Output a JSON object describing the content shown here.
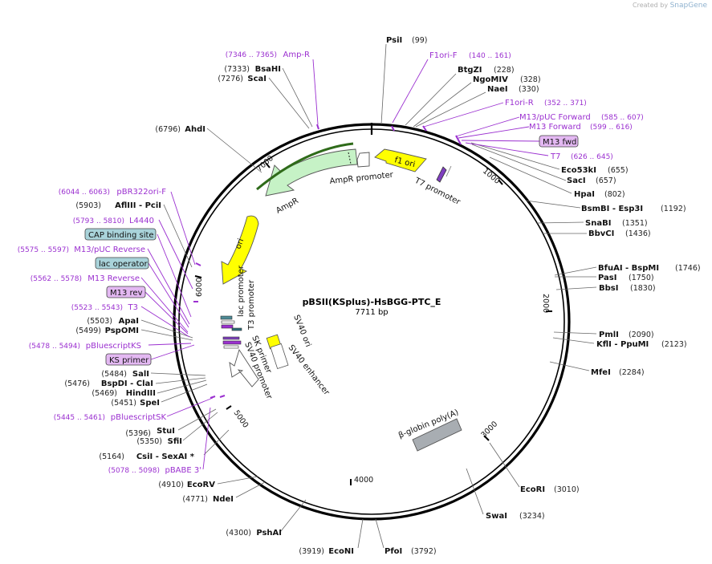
{
  "credit": {
    "prefix": "Created by",
    "brand": "SnapGene"
  },
  "plasmid": {
    "name": "pBSII(KSplus)-HsBGG-PTC_E",
    "length_label": "7711 bp",
    "length": 7711
  },
  "ticks": [
    "1000",
    "2000",
    "3000",
    "4000",
    "5000",
    "6000",
    "7000"
  ],
  "enzymes": [
    {
      "name": "PsiI",
      "pos": "(99)",
      "side": "r"
    },
    {
      "name": "BtgZI",
      "pos": "(228)",
      "side": "r"
    },
    {
      "name": "NgoMIV",
      "pos": "(328)",
      "side": "r"
    },
    {
      "name": "NaeI",
      "pos": "(330)",
      "side": "r"
    },
    {
      "name": "Eco53kI",
      "pos": "(655)",
      "side": "r"
    },
    {
      "name": "SacI",
      "pos": "(657)",
      "side": "r"
    },
    {
      "name": "HpaI",
      "pos": "(802)",
      "side": "r"
    },
    {
      "name": "BsmBI - Esp3I",
      "pos": "(1192)",
      "side": "r"
    },
    {
      "name": "SnaBI",
      "pos": "(1351)",
      "side": "r"
    },
    {
      "name": "BbvCI",
      "pos": "(1436)",
      "side": "r"
    },
    {
      "name": "BfuAI - BspMI",
      "pos": "(1746)",
      "side": "r"
    },
    {
      "name": "PasI",
      "pos": "(1750)",
      "side": "r"
    },
    {
      "name": "BbsI",
      "pos": "(1830)",
      "side": "r"
    },
    {
      "name": "PmlI",
      "pos": "(2090)",
      "side": "r"
    },
    {
      "name": "KflI - PpuMI",
      "pos": "(2123)",
      "side": "r"
    },
    {
      "name": "MfeI",
      "pos": "(2284)",
      "side": "r"
    },
    {
      "name": "EcoRI",
      "pos": "(3010)",
      "side": "r"
    },
    {
      "name": "SwaI",
      "pos": "(3234)",
      "side": "r"
    },
    {
      "name": "PfoI",
      "pos": "(3792)",
      "side": "r"
    },
    {
      "name": "EcoNI",
      "pos": "(3919)",
      "side": "l"
    },
    {
      "name": "PshAI",
      "pos": "(4300)",
      "side": "l"
    },
    {
      "name": "NdeI",
      "pos": "(4771)",
      "side": "l"
    },
    {
      "name": "EcoRV",
      "pos": "(4910)",
      "side": "l"
    },
    {
      "name": "CsiI - SexAI *",
      "pos": "(5164)",
      "side": "l"
    },
    {
      "name": "SfiI",
      "pos": "(5350)",
      "side": "l"
    },
    {
      "name": "StuI",
      "pos": "(5396)",
      "side": "l"
    },
    {
      "name": "SpeI",
      "pos": "(5451)",
      "side": "l"
    },
    {
      "name": "HindIII",
      "pos": "(5469)",
      "side": "l"
    },
    {
      "name": "BspDI - ClaI",
      "pos": "(5476)",
      "side": "l"
    },
    {
      "name": "SalI",
      "pos": "(5484)",
      "side": "l"
    },
    {
      "name": "PspOMI",
      "pos": "(5499)",
      "side": "l"
    },
    {
      "name": "ApaI",
      "pos": "(5503)",
      "side": "l"
    },
    {
      "name": "AflIII - PciI",
      "pos": "(5903)",
      "side": "l"
    },
    {
      "name": "AhdI",
      "pos": "(6796)",
      "side": "l"
    },
    {
      "name": "ScaI",
      "pos": "(7276)",
      "side": "l"
    },
    {
      "name": "BsaHI",
      "pos": "(7333)",
      "side": "l"
    }
  ],
  "primers": [
    {
      "name": "F1ori-F",
      "range": "(140 .. 161)",
      "side": "r"
    },
    {
      "name": "F1ori-R",
      "range": "(352 .. 371)",
      "side": "r"
    },
    {
      "name": "M13/pUC Forward",
      "range": "(585 .. 607)",
      "side": "r"
    },
    {
      "name": "M13 Forward",
      "range": "(599 .. 616)",
      "side": "r"
    },
    {
      "name": "M13 fwd",
      "range": "",
      "side": "r",
      "boxed": true
    },
    {
      "name": "T7",
      "range": "(626 .. 645)",
      "side": "r"
    },
    {
      "name": "Amp-R",
      "range": "(7346 .. 7365)",
      "side": "l"
    },
    {
      "name": "pBR322ori-F",
      "range": "(6044 .. 6063)",
      "side": "l"
    },
    {
      "name": "L4440",
      "range": "(5793 .. 5810)",
      "side": "l"
    },
    {
      "name": "CAP binding site",
      "range": "",
      "side": "l",
      "boxed": true,
      "color": "#a9d3da"
    },
    {
      "name": "M13/pUC Reverse",
      "range": "(5575 .. 5597)",
      "side": "l"
    },
    {
      "name": "lac operator",
      "range": "",
      "side": "l",
      "boxed": true,
      "color": "#a9d3da"
    },
    {
      "name": "M13 Reverse",
      "range": "(5562 .. 5578)",
      "side": "l"
    },
    {
      "name": "M13 rev",
      "range": "",
      "side": "l",
      "boxed": true
    },
    {
      "name": "T3",
      "range": "(5523 .. 5543)",
      "side": "l"
    },
    {
      "name": "pBluescriptKS",
      "range": "(5478 .. 5494)",
      "side": "l"
    },
    {
      "name": "KS primer",
      "range": "",
      "side": "l",
      "boxed": true
    },
    {
      "name": "pBluescriptSK",
      "range": "(5445 .. 5461)",
      "side": "l"
    },
    {
      "name": "pBABE 3'",
      "range": "(5078 .. 5098)",
      "side": "l"
    }
  ],
  "features": [
    {
      "name": "f1 ori",
      "color": "#ffff00"
    },
    {
      "name": "AmpR promoter",
      "color": "#ffffff"
    },
    {
      "name": "AmpR",
      "color": "#c6f2c6"
    },
    {
      "name": "T7 promoter",
      "color": "#7f3fbf"
    },
    {
      "name": "ori",
      "color": "#ffff00"
    },
    {
      "name": "lac promoter",
      "color": "#ffffff"
    },
    {
      "name": "T3 promoter",
      "color": "#ffffff"
    },
    {
      "name": "SK primer",
      "color": "#9b30d0"
    },
    {
      "name": "SV40 promoter",
      "color": "#ffffff"
    },
    {
      "name": "SV40 ori",
      "color": "#ffff00"
    },
    {
      "name": "SV40 enhancer",
      "color": "#ffffff"
    },
    {
      "name": "β-globin poly(A)",
      "color": "#a8adb2"
    }
  ]
}
